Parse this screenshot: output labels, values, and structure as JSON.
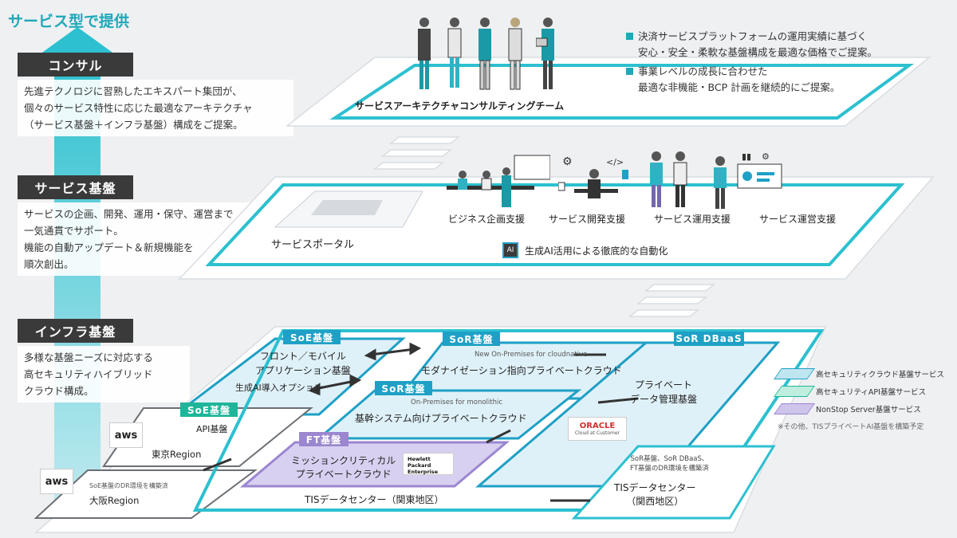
{
  "left": {
    "title": "サービス型で提供",
    "consul": {
      "tag": "コンサル",
      "desc": "先進テクノロジに習熟したエキスパート集団が、\n個々のサービス特性に応じた最適なアーキテクチャ\n（サービス基盤＋インフラ基盤）構成をご提案。"
    },
    "service": {
      "tag": "サービス基盤",
      "desc": "サービスの企画、開発、運用・保守、運営まで\n一気通貫でサポート。\n機能の自動アップデート＆新規機能を\n順次創出。"
    },
    "infra": {
      "tag": "インフラ基盤",
      "desc": "多様な基盤ニーズに対応する\n高セキュリティハイブリッド\nクラウド構成。"
    }
  },
  "consul_layer": {
    "team_label": "サービスアーキテクチャコンサルティングチーム",
    "bullets": [
      "決済サービスプラットフォームの運用実績に基づく\n安心・安全・柔軟な基盤構成を最適な価格でご提案。",
      "事業レベルの成長に合わせた\n最適な非機能・BCP 計画を継続的にご提案。"
    ]
  },
  "service_layer": {
    "portal": "サービスポータル",
    "supports": [
      "ビジネス企画支援",
      "サービス開発支援",
      "サービス運用支援",
      "サービス運営支援"
    ],
    "ai_badge": "AI",
    "ai_label": "生成AI活用による徹底的な自動化"
  },
  "infra_layer": {
    "soe_top": {
      "chip": "SoE基盤",
      "label": "フロント／モバイル\nアプリケーション基盤"
    },
    "sor_top": {
      "chip": "SoR基盤",
      "sub": "New On-Premises for cloudnative",
      "label": "モダナイゼーション指向プライベートクラウド"
    },
    "sor_dbaas": {
      "chip": "SoR DBaaS",
      "label": "プライベート\nデータ管理基盤"
    },
    "gen_ai": "生成AI導入オプション",
    "sor_mid": {
      "chip": "SoR基盤",
      "sub": "On-Premises for monolithic",
      "label": "基幹システム向けプライベートクラウド"
    },
    "soe_low": {
      "chip": "SoE基盤",
      "label": "API基盤"
    },
    "tokyo": "東京Region",
    "aws": "aws",
    "osaka_note": "SoE基盤のDR環境を構築済",
    "osaka": "大阪Region",
    "ft": {
      "chip": "FT基盤",
      "label": "ミッションクリティカル\nプライベートクラウド"
    },
    "hpe": "Hewlett Packard\nEnterprise",
    "oracle": "ORACLE",
    "oracle_sub": "Cloud at Customer",
    "tis_kanto": "TISデータセンター（関東地区）",
    "kansai_note": "SoR基盤、SoR DBaaS、\nFT基盤のDR環境を構築済",
    "tis_kansai": "TISデータセンター\n（関西地区）"
  },
  "legend": {
    "items": [
      {
        "label": "高セキュリティクラウド基盤サービス",
        "color": "#bfe6f0"
      },
      {
        "label": "高セキュリティAPI基盤サービス",
        "color": "#bfeede"
      },
      {
        "label": "NonStop Server基盤サービス",
        "color": "#cfc4ea"
      }
    ],
    "note": "※その他、TISプライベートAI基盤を構築予定"
  },
  "colors": {
    "teal": "#2cc0d0",
    "blue": "#1fa0c6",
    "green": "#1fb59a",
    "purple": "#9b86d0",
    "dark": "#3a3a3a"
  }
}
